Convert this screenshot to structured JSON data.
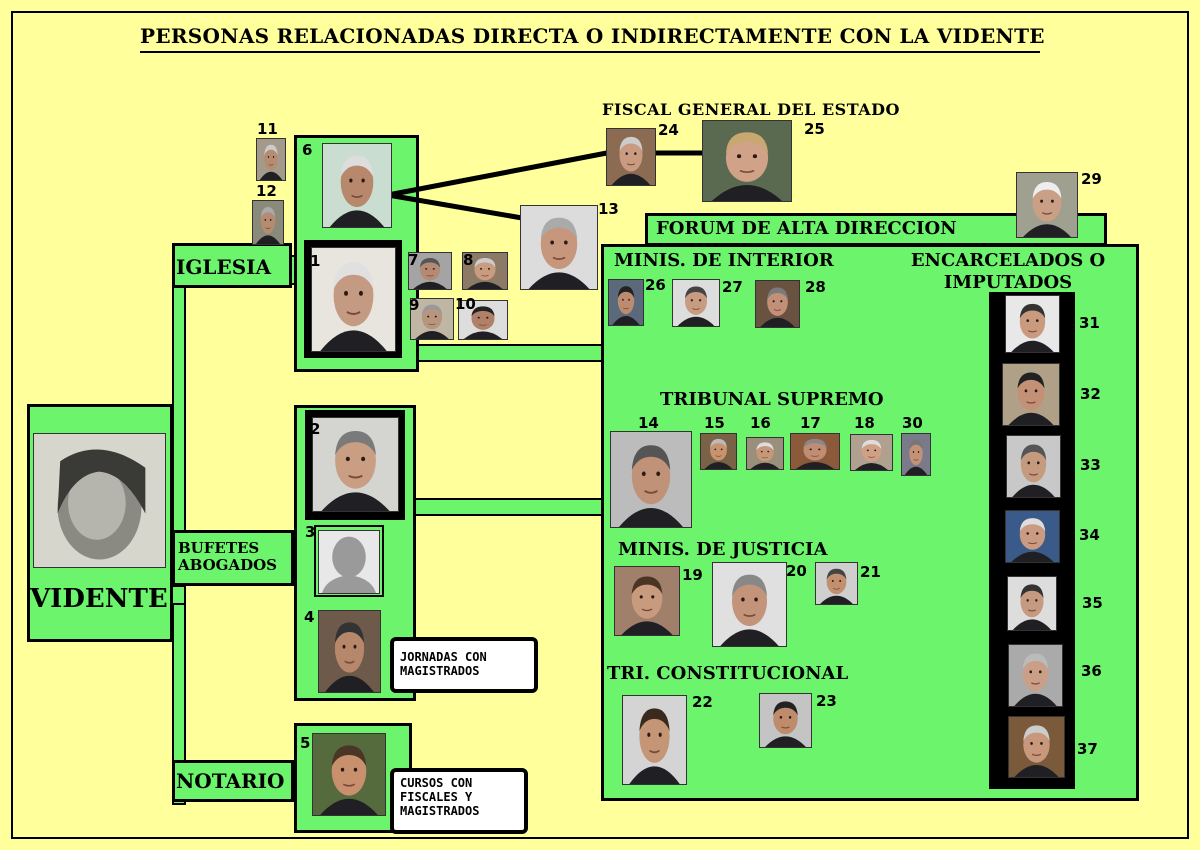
{
  "title": "PERSONAS RELACIONADAS DIRECTA  O INDIRECTAMENTE CON LA VIDENTE",
  "vidente": {
    "label": "VIDENTE"
  },
  "branches": {
    "iglesia": "IGLESIA",
    "bufetes": "BUFETES ABOGADOS",
    "notario": "NOTARIO"
  },
  "notes": {
    "jornadas": "JORNADAS CON\nMAGISTRADOS",
    "cursos": "CURSOS CON\nFISCALES Y\nMAGISTRADOS"
  },
  "sections": {
    "fiscal": "FISCAL GENERAL DEL ESTADO",
    "forum": "FORUM DE ALTA DIRECCION",
    "interior": "MINIS. DE INTERIOR",
    "encarcelados": "ENCARCELADOS O IMPUTADOS",
    "supremo": "TRIBUNAL SUPREMO",
    "justicia": "MINIS. DE JUSTICIA",
    "constitucional": "TRI. CONSTITUCIONAL"
  },
  "persons": [
    {
      "id": "p1",
      "num": "1"
    },
    {
      "id": "p2",
      "num": "2"
    },
    {
      "id": "p3",
      "num": "3"
    },
    {
      "id": "p4",
      "num": "4"
    },
    {
      "id": "p5",
      "num": "5"
    },
    {
      "id": "p6",
      "num": "6"
    },
    {
      "id": "p7",
      "num": "7"
    },
    {
      "id": "p8",
      "num": "8"
    },
    {
      "id": "p9",
      "num": "9"
    },
    {
      "id": "p10",
      "num": "10"
    },
    {
      "id": "p11",
      "num": "11"
    },
    {
      "id": "p12",
      "num": "12"
    },
    {
      "id": "p13",
      "num": "13"
    },
    {
      "id": "p14",
      "num": "14"
    },
    {
      "id": "p15",
      "num": "15"
    },
    {
      "id": "p16",
      "num": "16"
    },
    {
      "id": "p17",
      "num": "17"
    },
    {
      "id": "p18",
      "num": "18"
    },
    {
      "id": "p19",
      "num": "19"
    },
    {
      "id": "p20",
      "num": "20"
    },
    {
      "id": "p21",
      "num": "21"
    },
    {
      "id": "p22",
      "num": "22"
    },
    {
      "id": "p23",
      "num": "23"
    },
    {
      "id": "p24",
      "num": "24"
    },
    {
      "id": "p25",
      "num": "25"
    },
    {
      "id": "p26",
      "num": "26"
    },
    {
      "id": "p27",
      "num": "27"
    },
    {
      "id": "p28",
      "num": "28"
    },
    {
      "id": "p29",
      "num": "29"
    },
    {
      "id": "p30",
      "num": "30"
    },
    {
      "id": "p31",
      "num": "31"
    },
    {
      "id": "p32",
      "num": "32"
    },
    {
      "id": "p33",
      "num": "33"
    },
    {
      "id": "p34",
      "num": "34"
    },
    {
      "id": "p35",
      "num": "35"
    },
    {
      "id": "p36",
      "num": "36"
    },
    {
      "id": "p37",
      "num": "37"
    }
  ],
  "colors": {
    "background": "#ffff9c",
    "box": "#6cf56c",
    "border": "#000000",
    "note": "#ffffff"
  }
}
